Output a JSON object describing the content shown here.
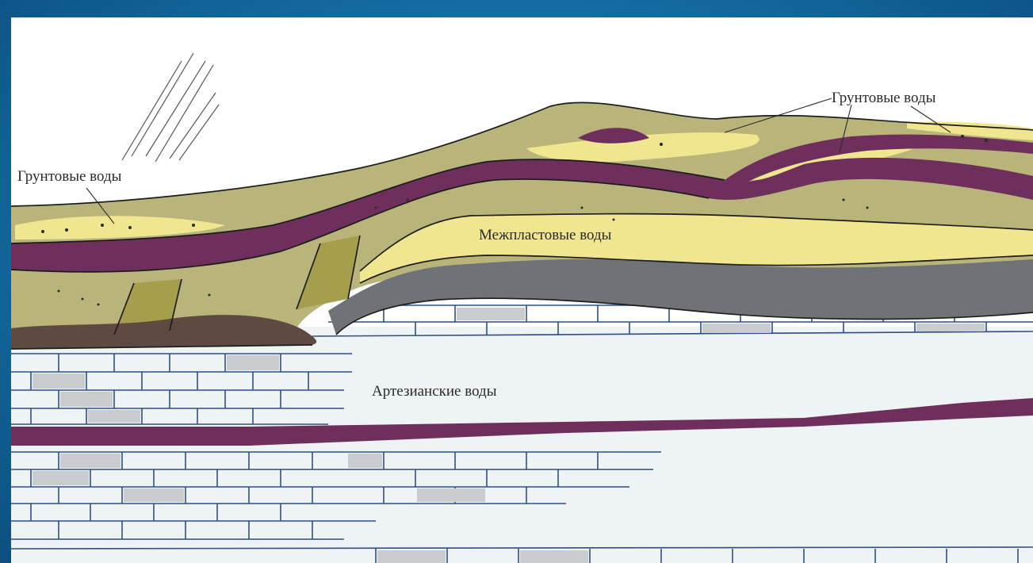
{
  "labels": {
    "groundwater_left": "Грунтовые воды",
    "groundwater_right": "Грунтовые воды",
    "interstratal": "Межпластовые воды",
    "artesian": "Артезианские воды"
  },
  "colors": {
    "frame": "#146da3",
    "olive": "#b9b47a",
    "sand": "#f0e68f",
    "purple": "#6e2f5c",
    "slate": "#6f7378",
    "brown": "#5f4a42",
    "limestone": "#eef3f4",
    "brick_gray": "#c9ccce",
    "fault_block": "#a59e4c"
  }
}
